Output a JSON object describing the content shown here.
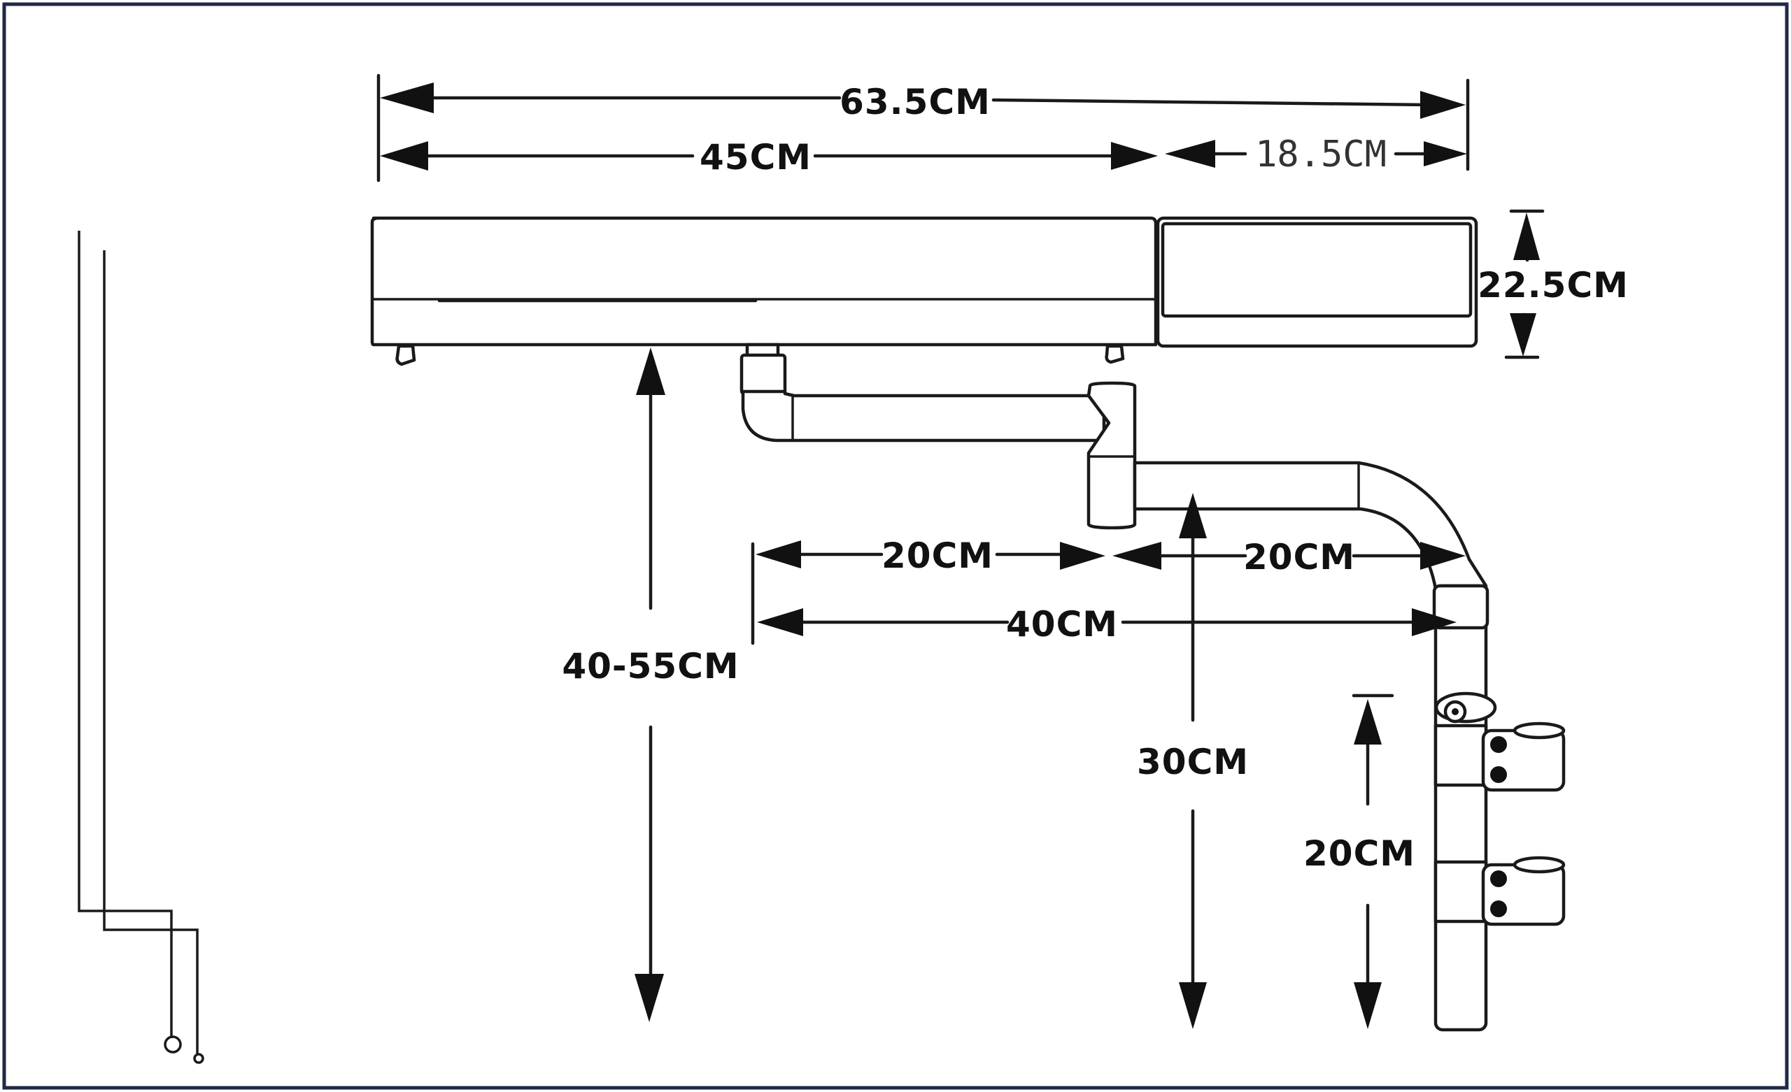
{
  "dimensions": {
    "overall_width": "63.5CM",
    "main_box_width": "45CM",
    "side_box_width": "18.5CM",
    "box_height": "22.5CM",
    "mount_height_range": "40-55CM",
    "arm_segment_1": "20CM",
    "arm_segment_2": "20CM",
    "arm_reach": "40CM",
    "vertical_drop": "30CM",
    "clamp_spacing": "20CM"
  },
  "colors": {
    "frame": "#1f2a44",
    "line": "#1a1a1a",
    "background": "#ffffff"
  }
}
